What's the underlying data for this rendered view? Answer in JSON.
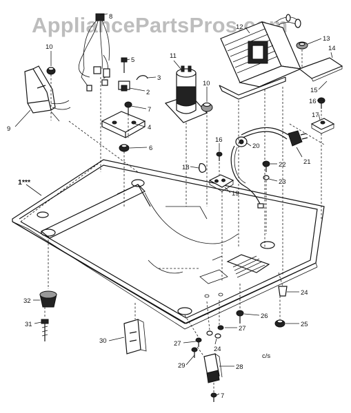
{
  "watermark": "AppliancePartsPros.com",
  "drawing_code": "c/s",
  "callouts": [
    {
      "id": "c1",
      "label": "1***"
    },
    {
      "id": "c2",
      "label": "2"
    },
    {
      "id": "c3",
      "label": "3"
    },
    {
      "id": "c4",
      "label": "4"
    },
    {
      "id": "c5",
      "label": "5"
    },
    {
      "id": "c6",
      "label": "6"
    },
    {
      "id": "c7a",
      "label": "7"
    },
    {
      "id": "c7b",
      "label": "7"
    },
    {
      "id": "c8",
      "label": "8"
    },
    {
      "id": "c9",
      "label": "9"
    },
    {
      "id": "c10a",
      "label": "10"
    },
    {
      "id": "c10b",
      "label": "10"
    },
    {
      "id": "c11",
      "label": "11"
    },
    {
      "id": "c12",
      "label": "12"
    },
    {
      "id": "c13",
      "label": "13"
    },
    {
      "id": "c14",
      "label": "14"
    },
    {
      "id": "c15",
      "label": "15"
    },
    {
      "id": "c16a",
      "label": "16"
    },
    {
      "id": "c16b",
      "label": "16"
    },
    {
      "id": "c17",
      "label": "17"
    },
    {
      "id": "c18",
      "label": "18"
    },
    {
      "id": "c19",
      "label": "19"
    },
    {
      "id": "c20",
      "label": "20"
    },
    {
      "id": "c21",
      "label": "21"
    },
    {
      "id": "c22",
      "label": "22"
    },
    {
      "id": "c23",
      "label": "23"
    },
    {
      "id": "c24a",
      "label": "24"
    },
    {
      "id": "c24b",
      "label": "24"
    },
    {
      "id": "c25",
      "label": "25"
    },
    {
      "id": "c26",
      "label": "26"
    },
    {
      "id": "c27a",
      "label": "27"
    },
    {
      "id": "c27b",
      "label": "27"
    },
    {
      "id": "c28",
      "label": "28"
    },
    {
      "id": "c29",
      "label": "29"
    },
    {
      "id": "c30",
      "label": "30"
    },
    {
      "id": "c31",
      "label": "31"
    },
    {
      "id": "c32",
      "label": "32"
    }
  ]
}
